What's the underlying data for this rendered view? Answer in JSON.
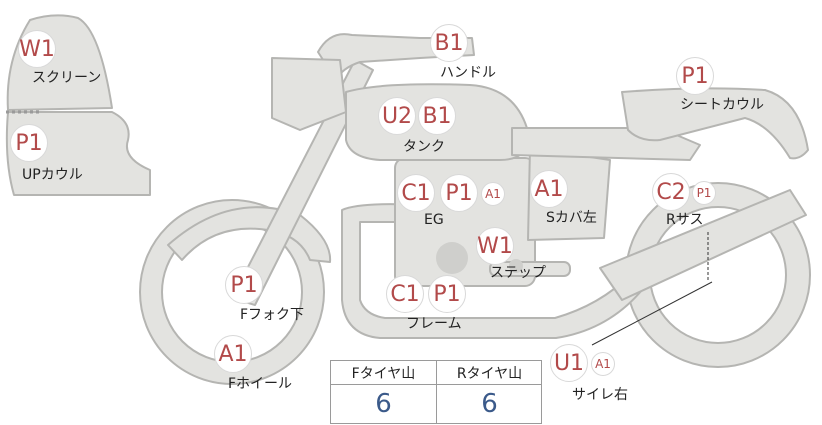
{
  "parts": {
    "windscreen": {
      "code": "W1",
      "label": "スクリーン"
    },
    "upper_cowl": {
      "code": "P1",
      "label": "UPカウル"
    },
    "handlebar": {
      "code": "B1",
      "label": "ハンドル"
    },
    "tank": {
      "codes": [
        "U2",
        "B1"
      ],
      "label": "タンク"
    },
    "seat_cowl": {
      "code": "P1",
      "label": "シートカウル"
    },
    "engine": {
      "codes": [
        "C1",
        "P1"
      ],
      "small_code": "A1",
      "label": "EG"
    },
    "side_cover_left": {
      "code": "A1",
      "label": "Sカバ左"
    },
    "rear_suspension": {
      "code": "C2",
      "small_code": "P1",
      "label": "Rサス"
    },
    "step": {
      "code": "W1",
      "label": "ステップ"
    },
    "front_fork_lower": {
      "code": "P1",
      "label": "Fフォク下"
    },
    "frame": {
      "codes": [
        "C1",
        "P1"
      ],
      "label": "フレーム"
    },
    "front_wheel": {
      "code": "A1",
      "label": "Fホイール"
    },
    "muffler_right": {
      "code": "U1",
      "small_code": "A1",
      "label": "サイレ右"
    }
  },
  "tread_table": {
    "front_header": "Fタイヤ山",
    "rear_header": "Rタイヤ山",
    "front_value": "6",
    "rear_value": "6"
  },
  "colors": {
    "body_fill": "#e3e3e0",
    "body_stroke": "#b5b5b2",
    "badge_text": "#b24a4a",
    "value_text": "#3b5a8a"
  }
}
